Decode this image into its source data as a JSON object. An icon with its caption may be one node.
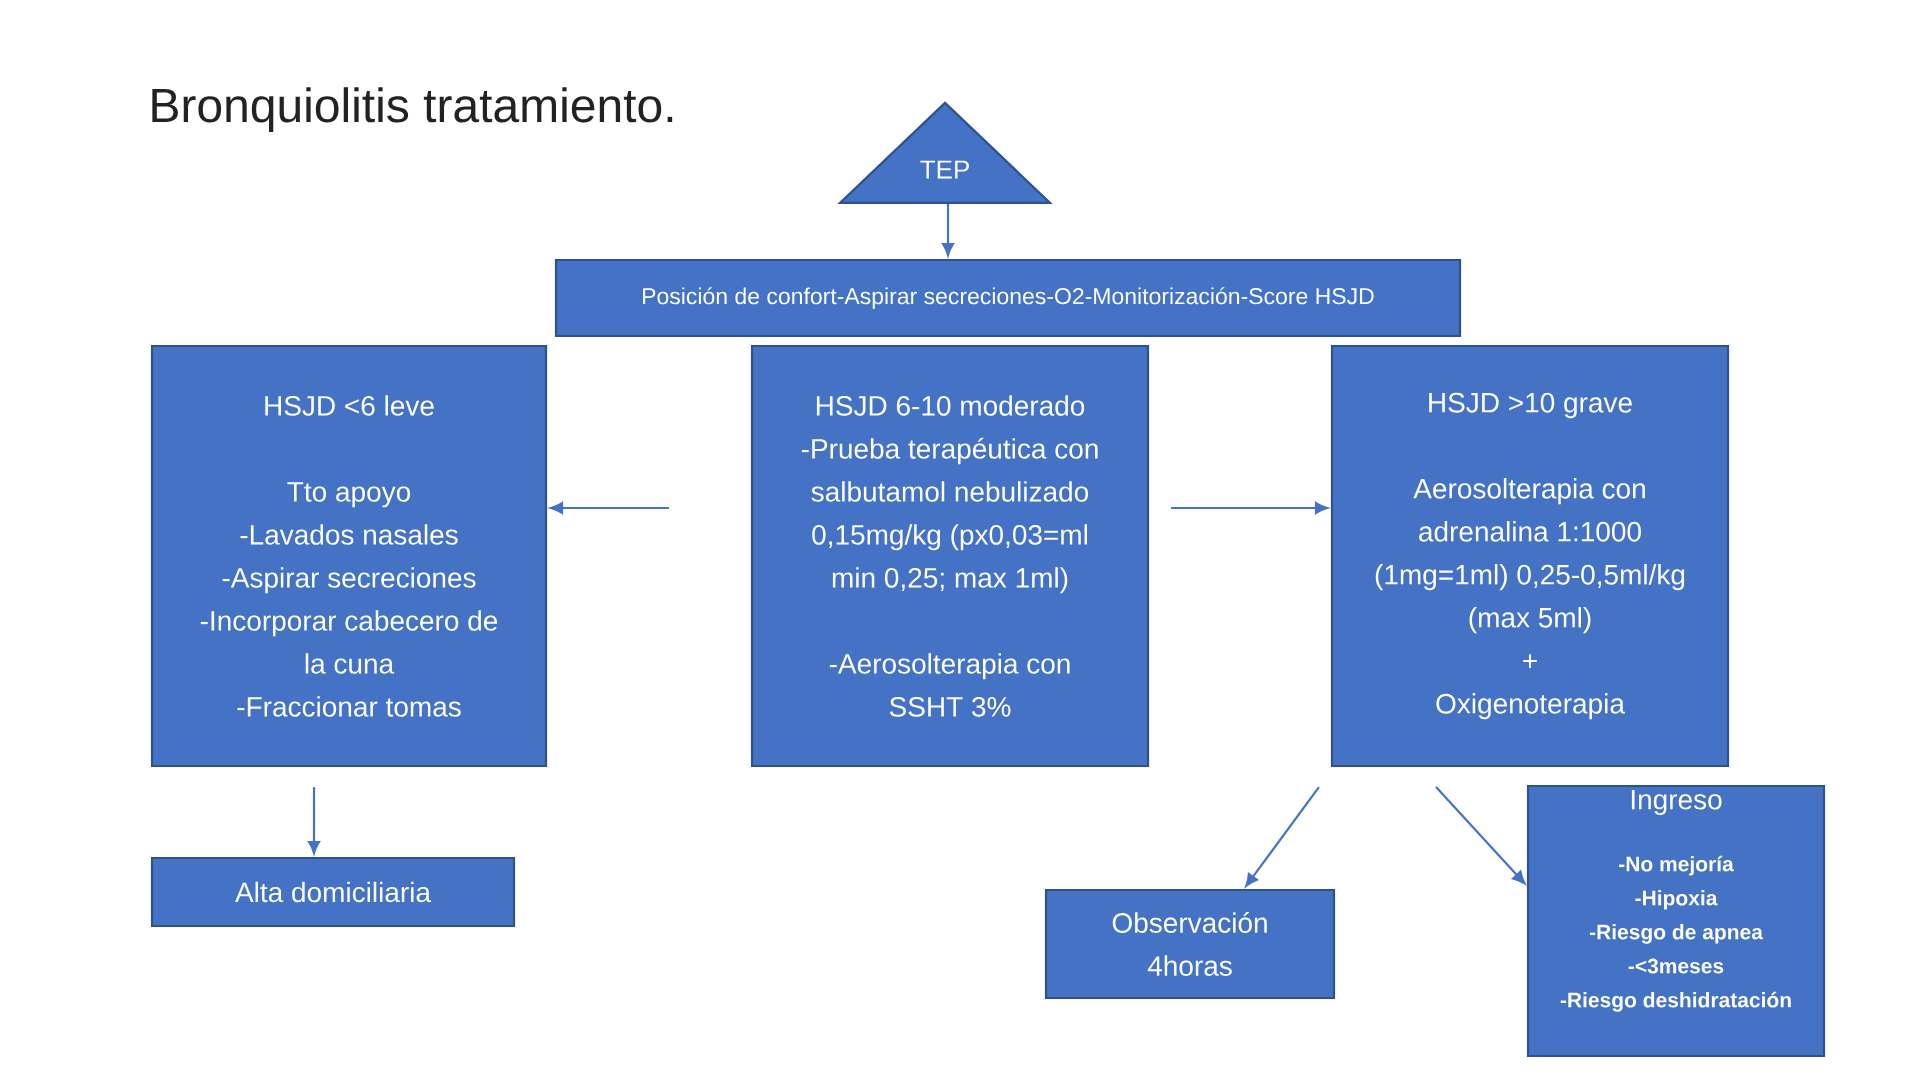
{
  "diagram": {
    "title": "Bronquiolitis tratamiento.",
    "nodes": [
      {
        "text": [
          "TEP"
        ]
      },
      {
        "text": [
          "Posición de confort-Aspirar secreciones-O2-Monitorización-Score HSJD"
        ]
      },
      {
        "text": [
          "HSJD <6 leve",
          "Tto apoyo",
          "-Lavados nasales",
          "-Aspirar secreciones",
          "-Incorporar cabecero de la cuna",
          "-Fraccionar tomas"
        ]
      },
      {
        "text": [
          "HSJD 6-10 moderado",
          "-Prueba terapéutica con salbutamol nebulizado 0,15mg/kg (px0,03=ml min 0,25; max 1ml)",
          "-Aerosolterapia con SSHT 3%"
        ]
      },
      {
        "text": [
          "HSJD >10 grave",
          "Aerosolterapia con adrenalina 1:1000 (1mg=1ml) 0,25-0,5ml/kg (max 5ml)",
          "+",
          "Oxigenoterapia"
        ]
      },
      {
        "text": [
          "Alta domiciliaria"
        ]
      },
      {
        "text": [
          "Observación 4horas"
        ]
      },
      {
        "text": [
          "Ingreso",
          "-No mejoría",
          "-Hipoxia",
          "-Riesgo de apnea",
          "-<3meses",
          "-Riesgo deshidratación"
        ]
      }
    ],
    "edges": [
      {
        "from": 0,
        "to": 1,
        "arrow": "to"
      },
      {
        "from": 3,
        "to": 2,
        "arrow": "to"
      },
      {
        "from": 3,
        "to": 4,
        "arrow": "to"
      },
      {
        "from": 2,
        "to": 5,
        "arrow": "to"
      },
      {
        "from": 4,
        "to": 6,
        "arrow": "to"
      },
      {
        "from": 4,
        "to": 7,
        "arrow": "to"
      }
    ]
  }
}
